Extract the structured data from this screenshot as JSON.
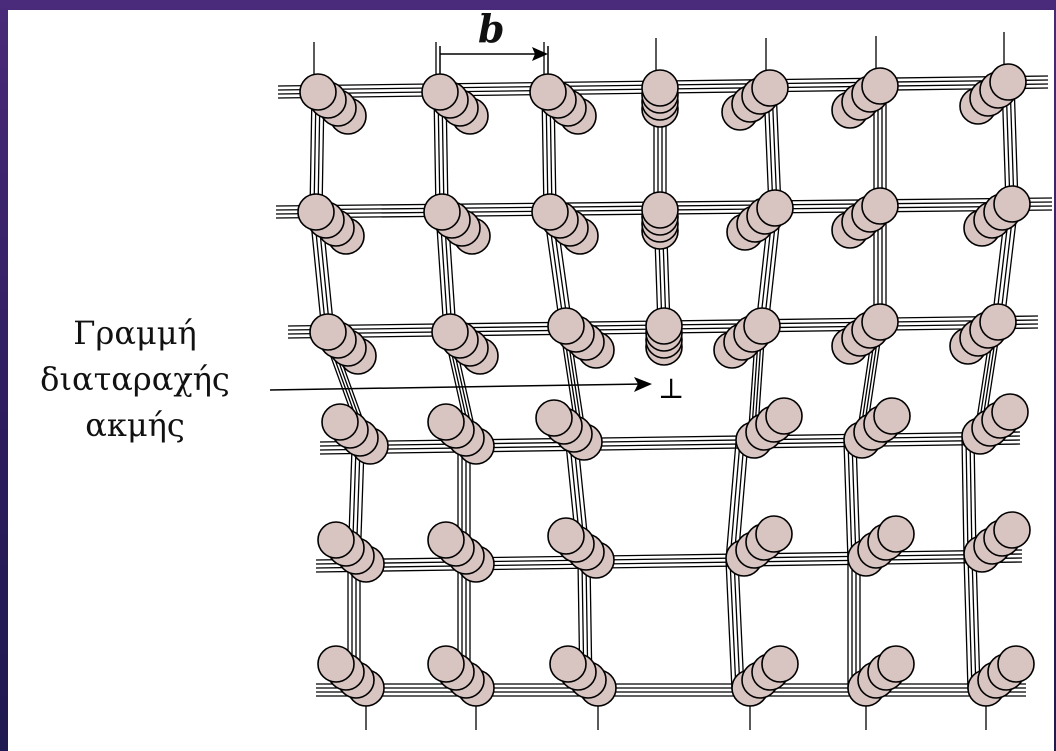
{
  "diagram": {
    "burgers_vector_label": "b",
    "dislocation_label_lines": [
      "Γραμμή",
      "διαταραχής",
      "ακμής"
    ],
    "dislocation_symbol": "⊥",
    "atom_fill_color": "#d8c4c0",
    "line_color": "#000000",
    "frame_color": "#3b2068"
  }
}
